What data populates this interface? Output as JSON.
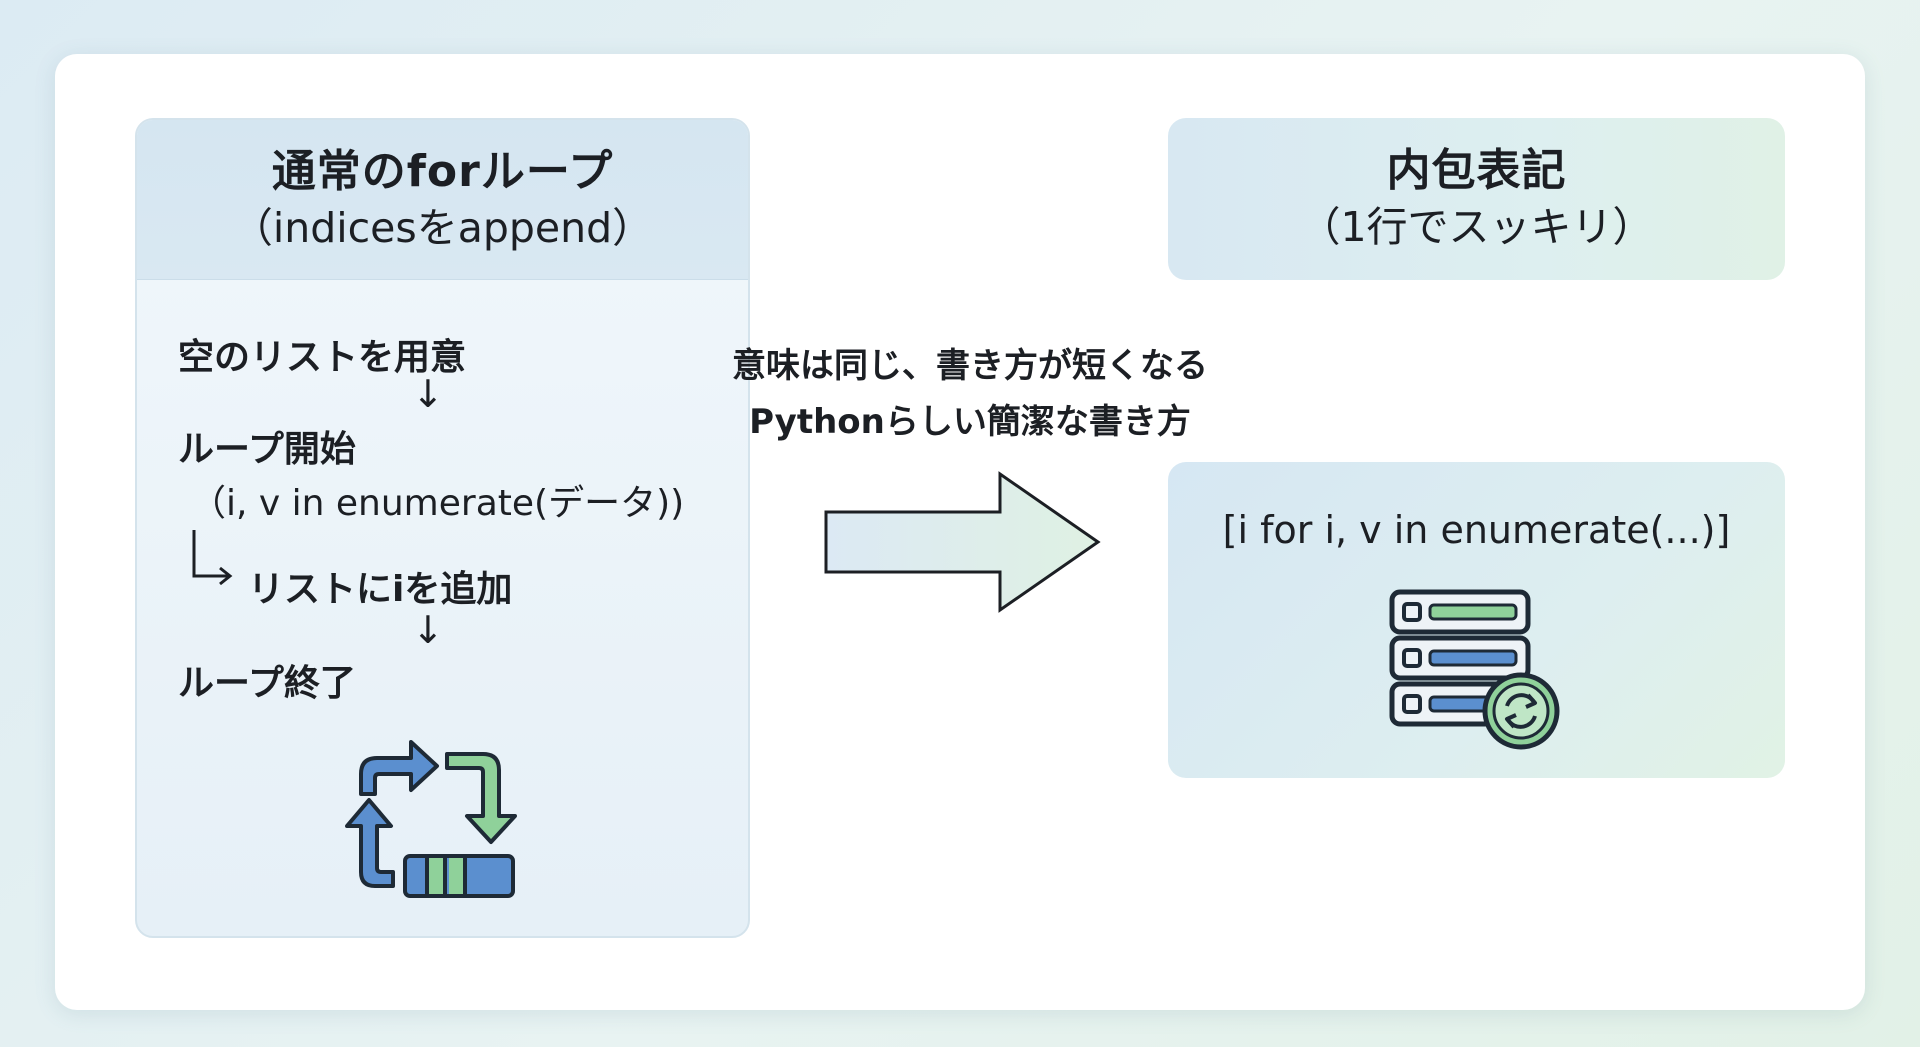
{
  "left": {
    "title": "通常のforループ",
    "subtitle": "（indicesをappend）",
    "step1": "空のリストを用意",
    "arrow1": "↓",
    "step2": "ループ開始",
    "code": "（i, v in enumerate(データ))",
    "step3": "リストにiを追加",
    "branch_arrow": "↳",
    "arrow2": "↓",
    "step4": "ループ終了"
  },
  "middle": {
    "line1": "意味は同じ、書き方が短くなる",
    "line2": "Pythonらしい簡潔な書き方"
  },
  "right": {
    "title": "内包表記",
    "subtitle": "（1行でスッキリ）",
    "code": "[i for i, v in enumerate(...)]"
  },
  "colors": {
    "blue": "#5b8fcf",
    "green": "#8fd19a",
    "dark_outline": "#1e2a36"
  },
  "icons": [
    "loop-arrows-icon",
    "server-refresh-icon",
    "big-right-arrow"
  ]
}
